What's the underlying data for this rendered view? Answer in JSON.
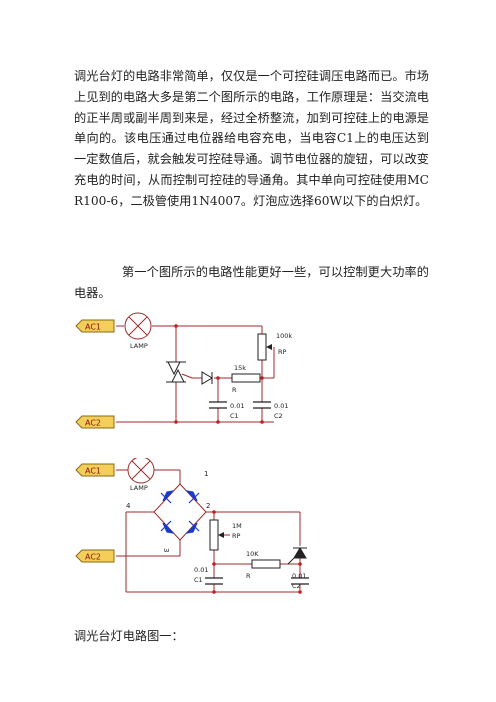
{
  "document": {
    "paragraphs": [
      "调光台灯的电路非常简单，仅仅是一个可控硅调压电路而已。市场上见到的电路大多是第二个图所示的电路，工作原理是：当交流电的正半周或副半周到来是，经过全桥整流，加到可控硅上的电源是单向的。该电压通过电位器给电容充电，当电容C1上的电压达到一定数值后，就会触发可控硅导通。调节电位器的旋钮，可以改变充电的时间，从而控制可控硅的导通角。其中单向可控硅使用MCR100-6，二极管使用1N4007。灯泡应选择60W以下的白炽灯。",
      "第一个图所示的电路性能更好一些，可以控制更大功率的电器。"
    ],
    "caption": "调光台灯电路图一："
  },
  "circuit1": {
    "ac1": "AC1",
    "ac2": "AC2",
    "lamp": "LAMP",
    "pot_value": "100k",
    "pot_name": "RP",
    "r_value": "15k",
    "r_name": "R",
    "c1_value": "0.01",
    "c1_name": "C1",
    "c2_value": "0.01",
    "c2_name": "C2"
  },
  "circuit2": {
    "ac1": "AC1",
    "ac2": "AC2",
    "lamp": "LAMP",
    "node1": "1",
    "node2": "2",
    "node3": "3",
    "node4": "4",
    "pot_value": "1M",
    "pot_name": "RP",
    "r_value": "10K",
    "r_name": "R",
    "c1_value": "0.01",
    "c1_name": "C1",
    "c2_value": "0.01",
    "c2_name": "C2"
  },
  "colors": {
    "wire": "#9b2b2b",
    "diode": "#1a3ccc",
    "tag_fill": "#f3cf5a",
    "tag_stroke": "#8a6a10",
    "tag_text": "#8a1010"
  }
}
